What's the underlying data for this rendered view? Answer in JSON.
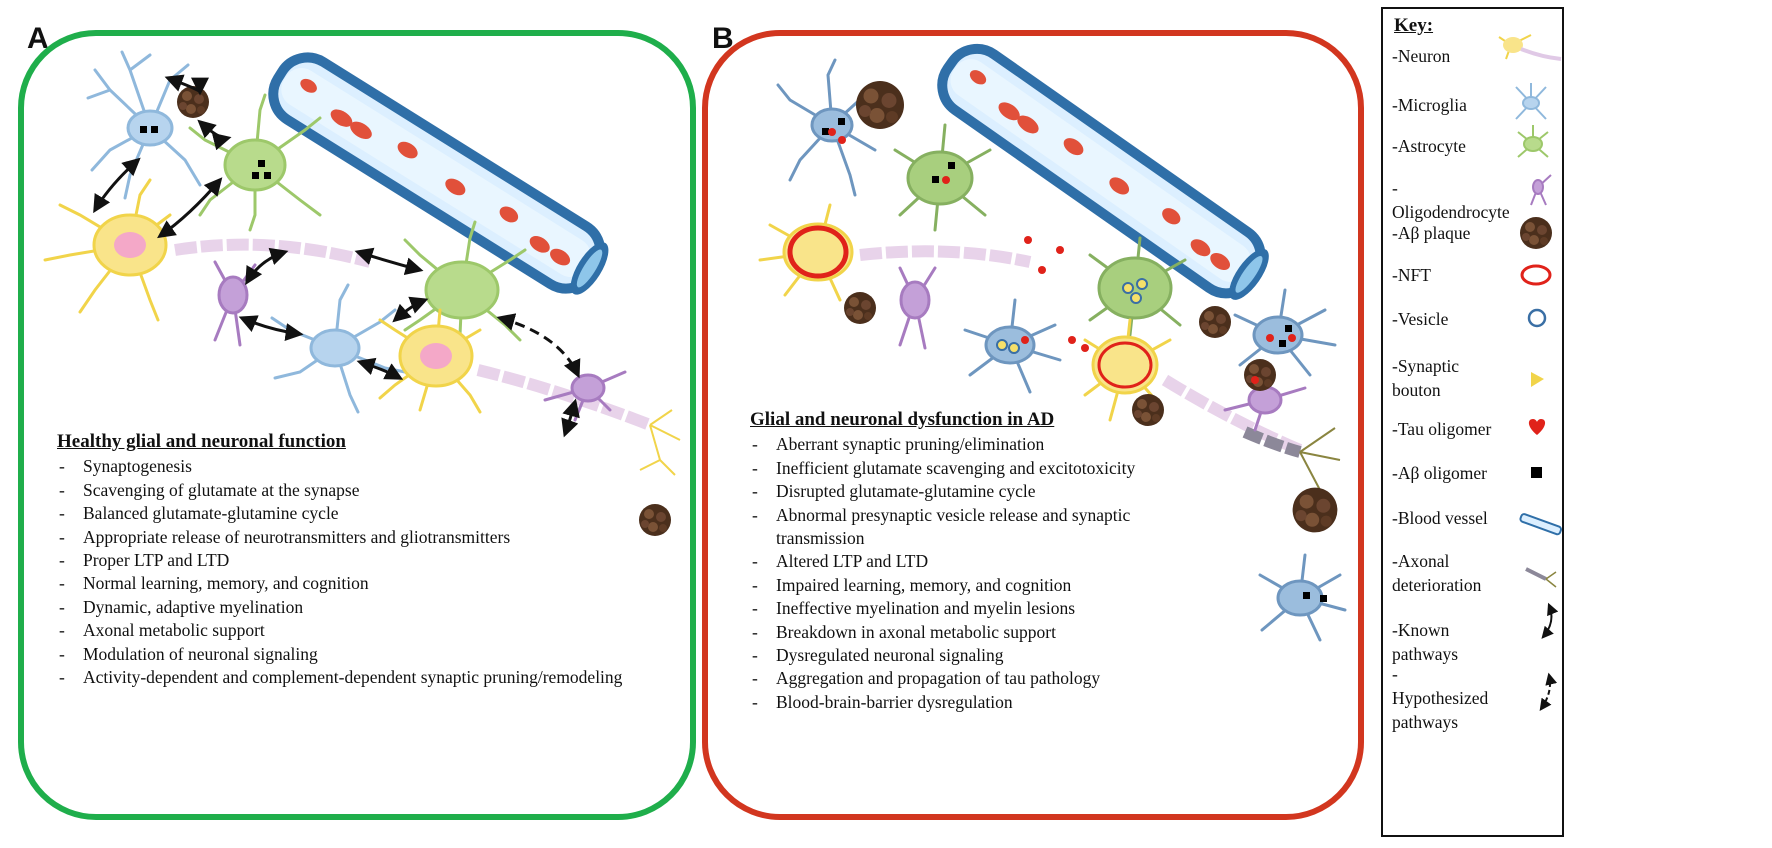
{
  "panels": {
    "a": {
      "letter": "A",
      "border_color": "#1fae4b",
      "heading": "Healthy glial and neuronal function",
      "items": [
        "Synaptogenesis",
        "Scavenging  of glutamate at the synapse",
        "Balanced glutamate-glutamine  cycle",
        "Appropriate release of neurotransmitters and gliotransmitters",
        "Proper LTP and LTD",
        "Normal learning,  memory, and cognition",
        "Dynamic, adaptive myelination",
        "Axonal metabolic  support",
        "Modulation of neuronal signaling",
        "Activity-dependent and complement-dependent  synaptic pruning/remodeling"
      ]
    },
    "b": {
      "letter": "B",
      "border_color": "#d2361f",
      "heading": "Glial and neuronal dysfunction in AD",
      "items": [
        "Aberrant synaptic pruning/elimination",
        "Inefficient glutamate scavenging  and excitotoxicity",
        "Disrupted glutamate-glutamine  cycle",
        "Abnormal presynaptic vesicle release  and synaptic transmission",
        "Altered LTP and LTD",
        "Impaired learning,  memory, and cognition",
        "Ineffective myelination and myelin lesions",
        "Breakdown in axonal metabolic support",
        "Dysregulated neuronal signaling",
        "Aggregation  and propagation of tau pathology",
        "Blood-brain-barrier dysregulation"
      ]
    }
  },
  "key": {
    "title": "Key:",
    "items": [
      {
        "label": "-Neuron",
        "icon": "neuron-icon"
      },
      {
        "label": "-Microglia",
        "icon": "microglia-icon"
      },
      {
        "label": "-Astrocyte",
        "icon": "astrocyte-icon"
      },
      {
        "label": "-Oligodendrocyte",
        "icon": "oligodendrocyte-icon"
      },
      {
        "label": "-Aβ plaque",
        "icon": "plaque-icon"
      },
      {
        "label": "-NFT",
        "icon": "nft-icon"
      },
      {
        "label": "-Vesicle",
        "icon": "vesicle-icon"
      },
      {
        "label": "-Synaptic bouton",
        "icon": "bouton-icon"
      },
      {
        "label": "-Tau oligomer",
        "icon": "heart-icon"
      },
      {
        "label": "-Aβ oligomer",
        "icon": "square-icon"
      },
      {
        "label": "-Blood vessel",
        "icon": "vessel-icon"
      },
      {
        "label": "-Axonal deterioration",
        "icon": "axon-icon"
      },
      {
        "label": "-Known pathways",
        "icon": "solid-arrow-icon"
      },
      {
        "label": "-Hypothesized pathways",
        "icon": "dashed-arrow-icon"
      }
    ]
  },
  "colors": {
    "neuron": "#f6e06a",
    "microglia": "#8fb8dc",
    "astrocyte": "#9dc86a",
    "oligodendrocyte": "#a77bc0",
    "plaque": "#5a3a24",
    "nft": "#e0221a",
    "vesicle": "#3a6fa5",
    "bouton": "#f1d44a",
    "tau": "#e0221a",
    "abeta": "#000000",
    "vessel": "#2f6fa8",
    "rbc": "#e1503a"
  }
}
